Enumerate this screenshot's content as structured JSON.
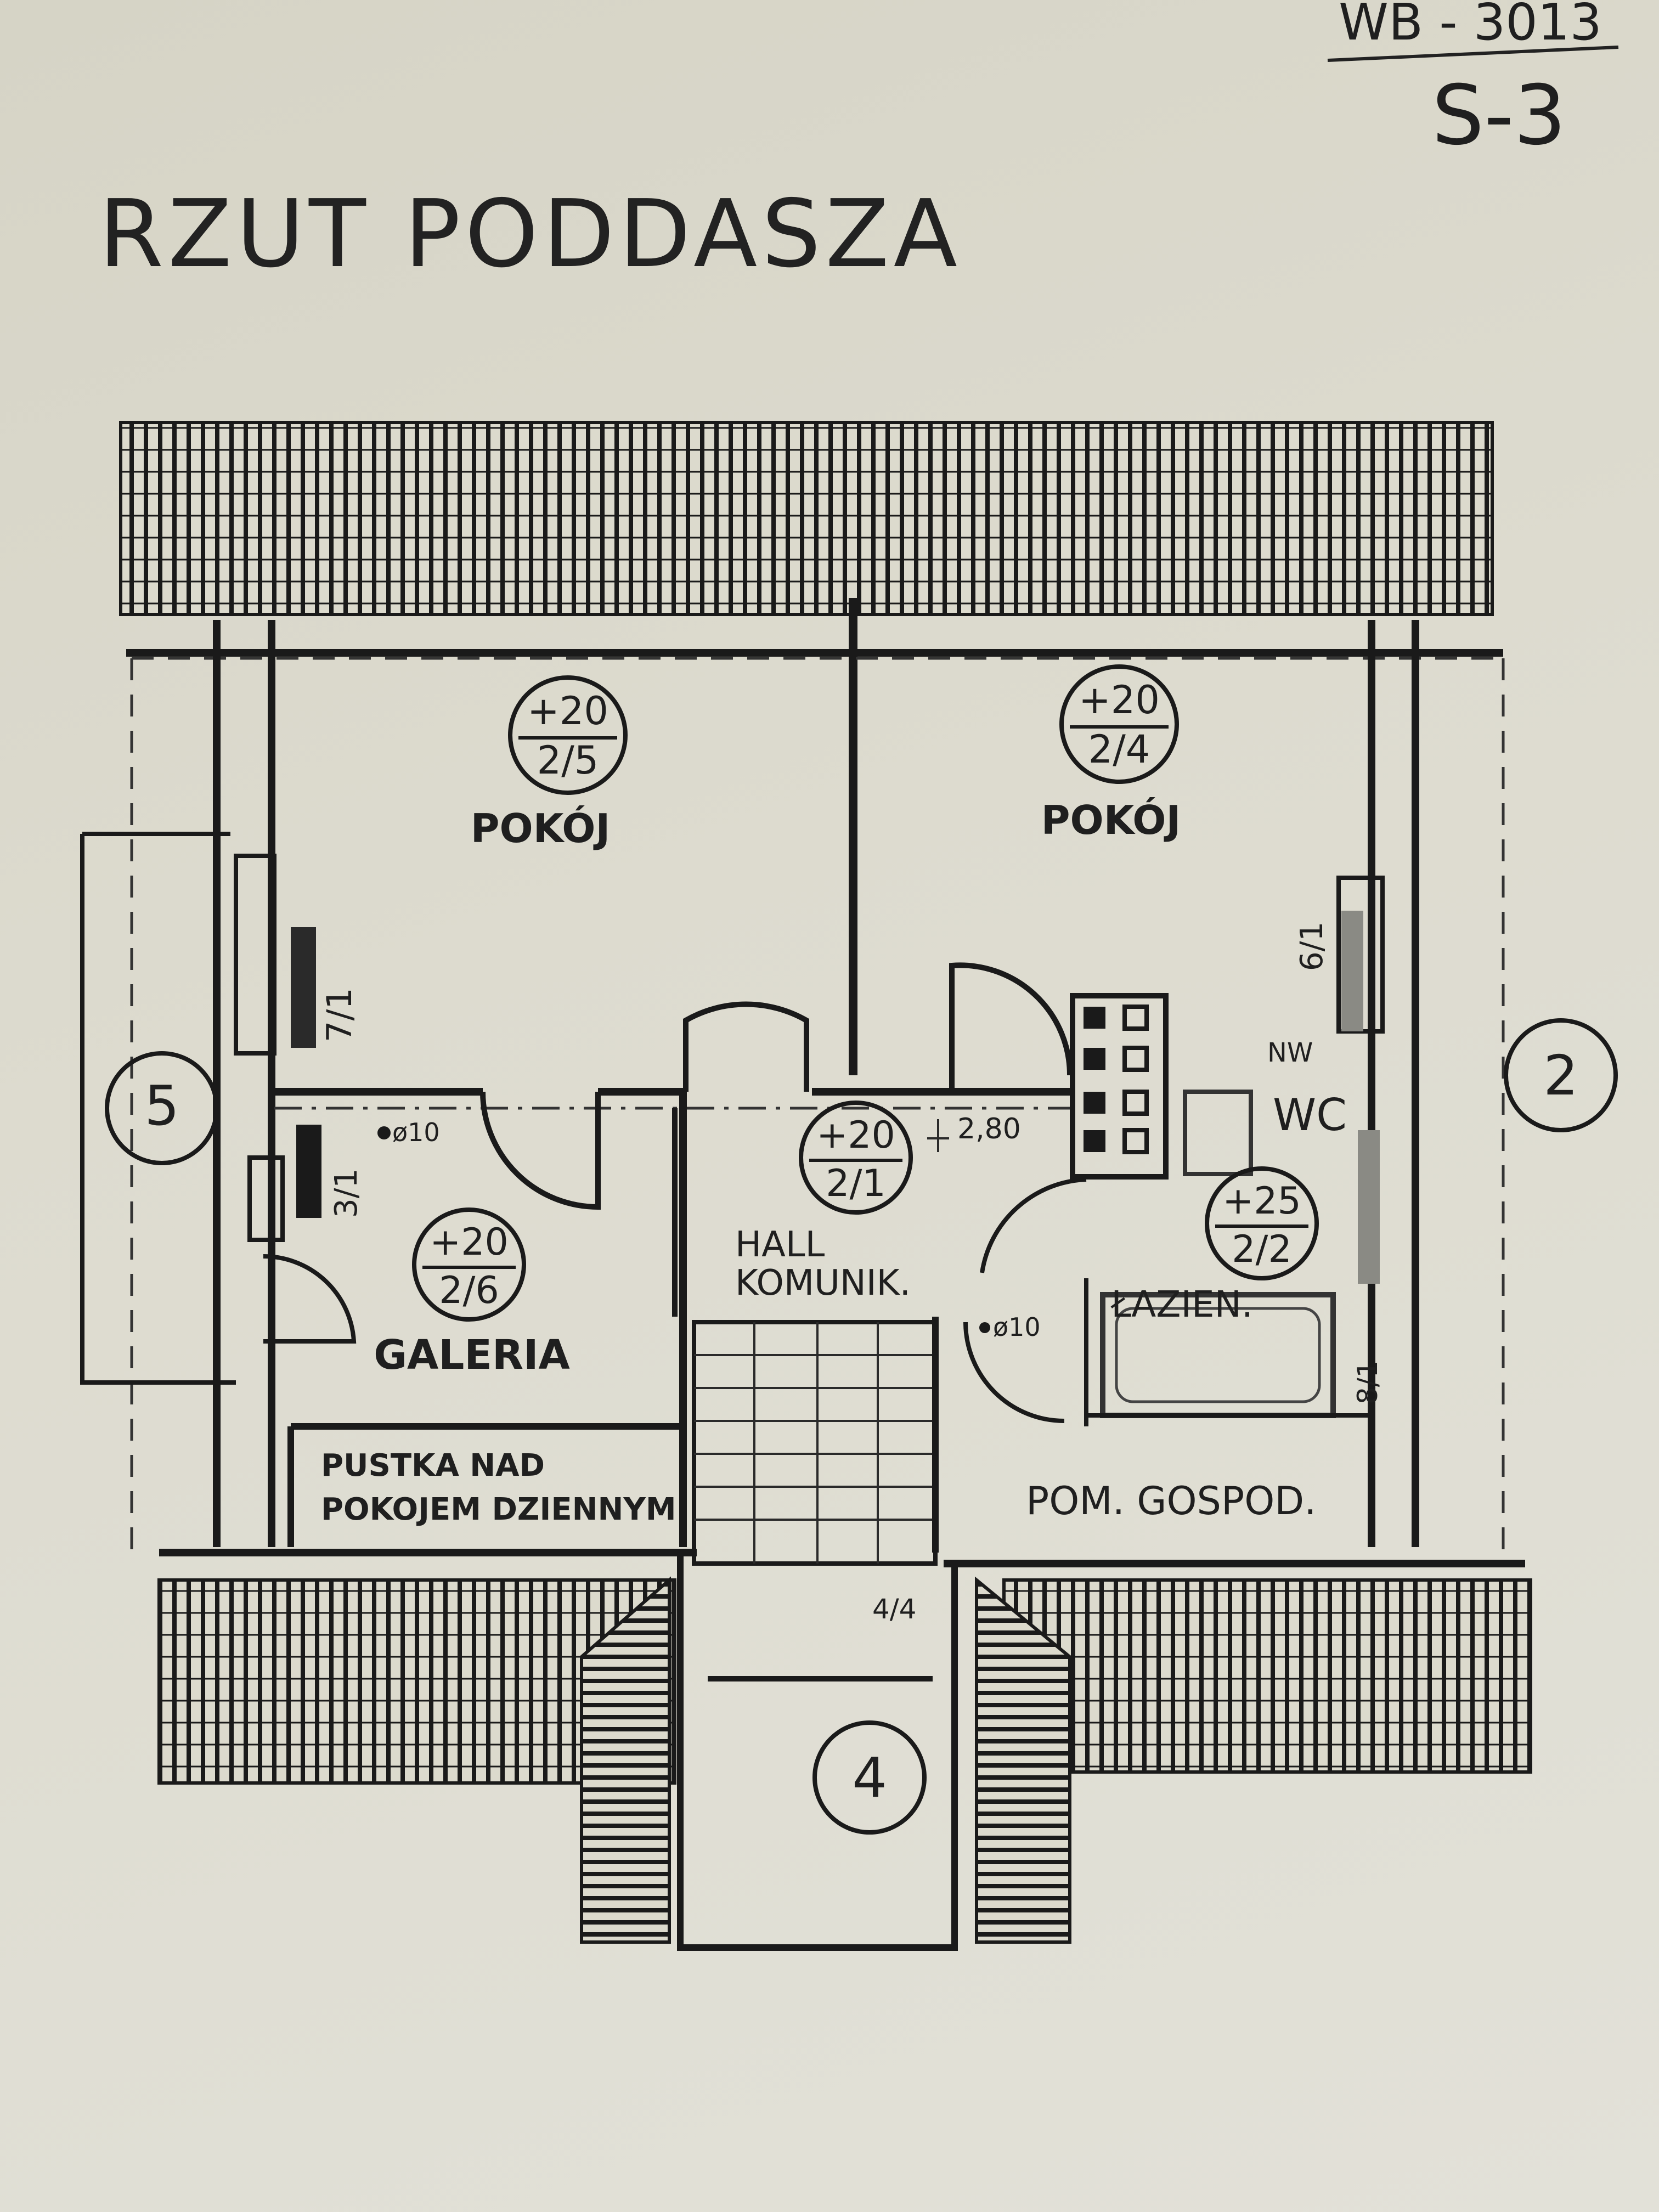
{
  "sheet": {
    "code_top": "WB - 3013",
    "code_bottom": "S-3"
  },
  "title": "RZUT PODDASZA",
  "rooms": {
    "pokoj_left": {
      "label": "POKÓJ",
      "height": "+20",
      "number": "2/5"
    },
    "pokoj_right": {
      "label": "POKÓJ",
      "height": "+20",
      "number": "2/4"
    },
    "hall": {
      "label_line1": "HALL",
      "label_line2": "KOMUNIK.",
      "height": "+20",
      "number": "2/1"
    },
    "galeria": {
      "label": "GALERIA",
      "height": "+20",
      "number": "2/6"
    },
    "lazienka": {
      "label": "ŁAZIEN.",
      "height": "+25",
      "number": "2/2"
    },
    "pustka": {
      "label_line1": "PUSTKA NAD",
      "label_line2": "POKOJEM DZIENNYM"
    },
    "pom_gospod": {
      "label": "POM. GOSPOD."
    }
  },
  "annotations": {
    "window_7_1": "7/1",
    "window_3_1": "3/1",
    "window_6_1": "6/1",
    "window_8_1": "8/1",
    "window_4_4": "4/4",
    "phi10_a": "ø10",
    "phi10_b": "ø10",
    "ceiling_height": "2,80",
    "nw": "NW",
    "wc": "WC"
  },
  "axes": {
    "axis_5": "5",
    "axis_2": "2",
    "axis_4": "4"
  }
}
